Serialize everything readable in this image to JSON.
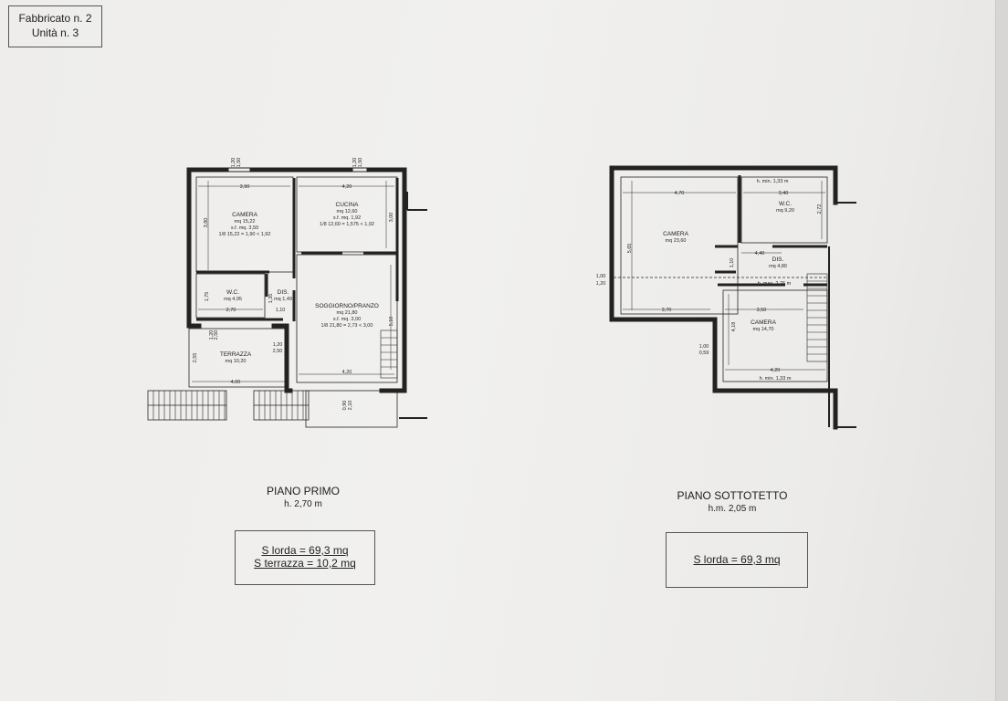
{
  "header": {
    "line1": "Fabbricato n. 2",
    "line2": "Unità n. 3"
  },
  "floor1": {
    "title": "PIANO PRIMO",
    "height": "h. 2,70 m",
    "area_gross": "S lorda = 69,3 mq",
    "area_terrace": "S terrazza = 10,2 mq",
    "rooms": {
      "camera": {
        "name": "CAMERA",
        "l1": "mq 15,22",
        "l2": "s.f. mq. 3,50",
        "l3": "1/8 15,22 = 1,90 < 1,92"
      },
      "cucina": {
        "name": "CUCINA",
        "l1": "mq 12,60",
        "l2": "s.f. mq. 1,92",
        "l3": "1/8 12,60 = 1,575 < 1,92"
      },
      "wc": {
        "name": "W.C.",
        "l1": "mq 4,95"
      },
      "dis": {
        "name": "DIS.",
        "l1": "mq 1,49"
      },
      "soggiorno": {
        "name": "SOGGIORNO/PRANZO",
        "l1": "mq 21,80",
        "l2": "s.f. mq. 3,00",
        "l3": "1/8 21,80 = 2,73 < 3,00"
      },
      "terrazza": {
        "name": "TERRAZZA",
        "l1": "mq 10,20"
      }
    },
    "dims": {
      "d390": "3,90",
      "d420a": "4,20",
      "d380": "3,80",
      "d300": "3,00",
      "d175": "1,75",
      "d270": "2,70",
      "d135": "1,35",
      "d110": "1,10",
      "d510": "5,10",
      "d420b": "4,20",
      "d400": "4,00",
      "d255": "2,55",
      "w1a": "1,20",
      "w1b": "1,50",
      "w2a": "1,20",
      "w2b": "1,50",
      "w3a": "1,20",
      "w3b": "2,50",
      "w4a": "1,20",
      "w4b": "2,50",
      "w5a": "0,90",
      "w5b": "2,10"
    }
  },
  "floor2": {
    "title": "PIANO SOTTOTETTO",
    "height": "h.m. 2,05 m",
    "area_gross": "S lorda = 69,3 mq",
    "rooms": {
      "camera1": {
        "name": "CAMERA",
        "l1": "mq 23,60"
      },
      "wc": {
        "name": "W.C.",
        "l1": "mq 9,20"
      },
      "dis": {
        "name": "DIS.",
        "l1": "mq 4,80"
      },
      "camera2": {
        "name": "CAMERA",
        "l1": "mq 14,70"
      }
    },
    "dims": {
      "hmin_top": "h. min. 1,33 m",
      "d340": "3,40",
      "d470": "4,70",
      "d272": "2,72",
      "d565": "5,65",
      "d440": "4,40",
      "d110": "1,10",
      "hmax": "h. max. 2,76 m",
      "d370": "3,70",
      "d350": "3,50",
      "d418": "4,18",
      "d420": "4,20",
      "hmin_bottom": "h. min. 1,33 m",
      "l100a": "1,00",
      "l120": "1,20",
      "l100b": "1,00",
      "l059": "0,59"
    }
  }
}
